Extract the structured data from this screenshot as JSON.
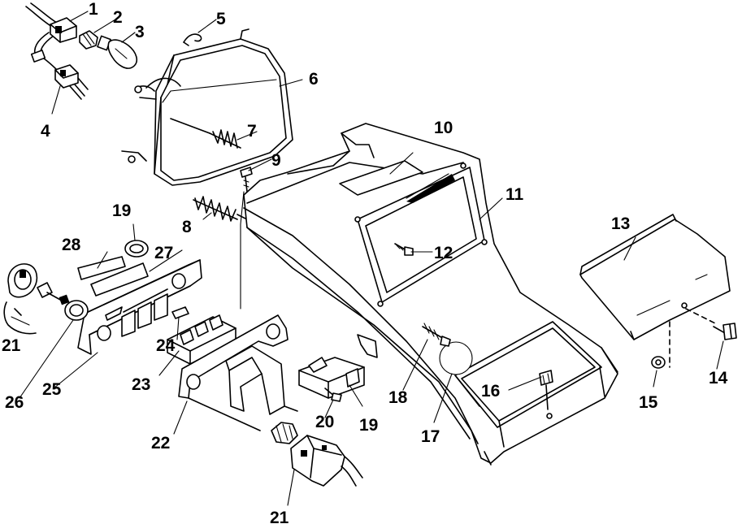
{
  "callouts": {
    "c1": "1",
    "c2": "2",
    "c3": "3",
    "c4": "4",
    "c5": "5",
    "c6": "6",
    "c7": "7",
    "c8": "8",
    "c9": "9",
    "c10": "10",
    "c11": "11",
    "c12": "12",
    "c13": "13",
    "c14": "14",
    "c15": "15",
    "c16": "16",
    "c17": "17",
    "c18": "18",
    "c19a": "19",
    "c19b": "19",
    "c20": "20",
    "c21a": "21",
    "c21b": "21",
    "c22": "22",
    "c23": "23",
    "c24": "24",
    "c25": "25",
    "c26": "26",
    "c27": "27",
    "c28": "28"
  }
}
